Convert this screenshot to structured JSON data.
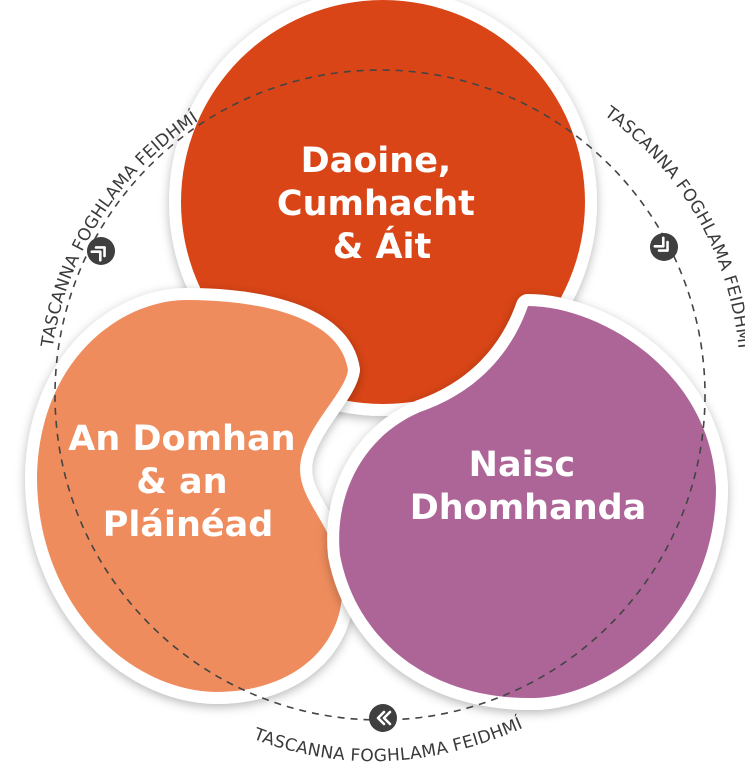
{
  "lobes": {
    "top": {
      "lines": [
        "Daoine,",
        "Cumhacht",
        "& Áit"
      ],
      "color": "#d94415"
    },
    "left": {
      "lines": [
        "An Domhan",
        "& an",
        "Pláinéad"
      ],
      "color": "#ef8c5d"
    },
    "right": {
      "lines": [
        "Naisc",
        "Dhomhanda"
      ],
      "color": "#ad6598"
    }
  },
  "ring": {
    "labels": [
      "TASCANNA FOGHLAMA FEIDHMÍ",
      "TASCANNA FOGHLAMA FEIDHMÍ",
      "TASCANNA FOGHLAMA FEIDHMÍ"
    ],
    "arrow_icon": "double-chevron-arrow-icon",
    "arrow_badge_color": "#3f3f3f"
  }
}
